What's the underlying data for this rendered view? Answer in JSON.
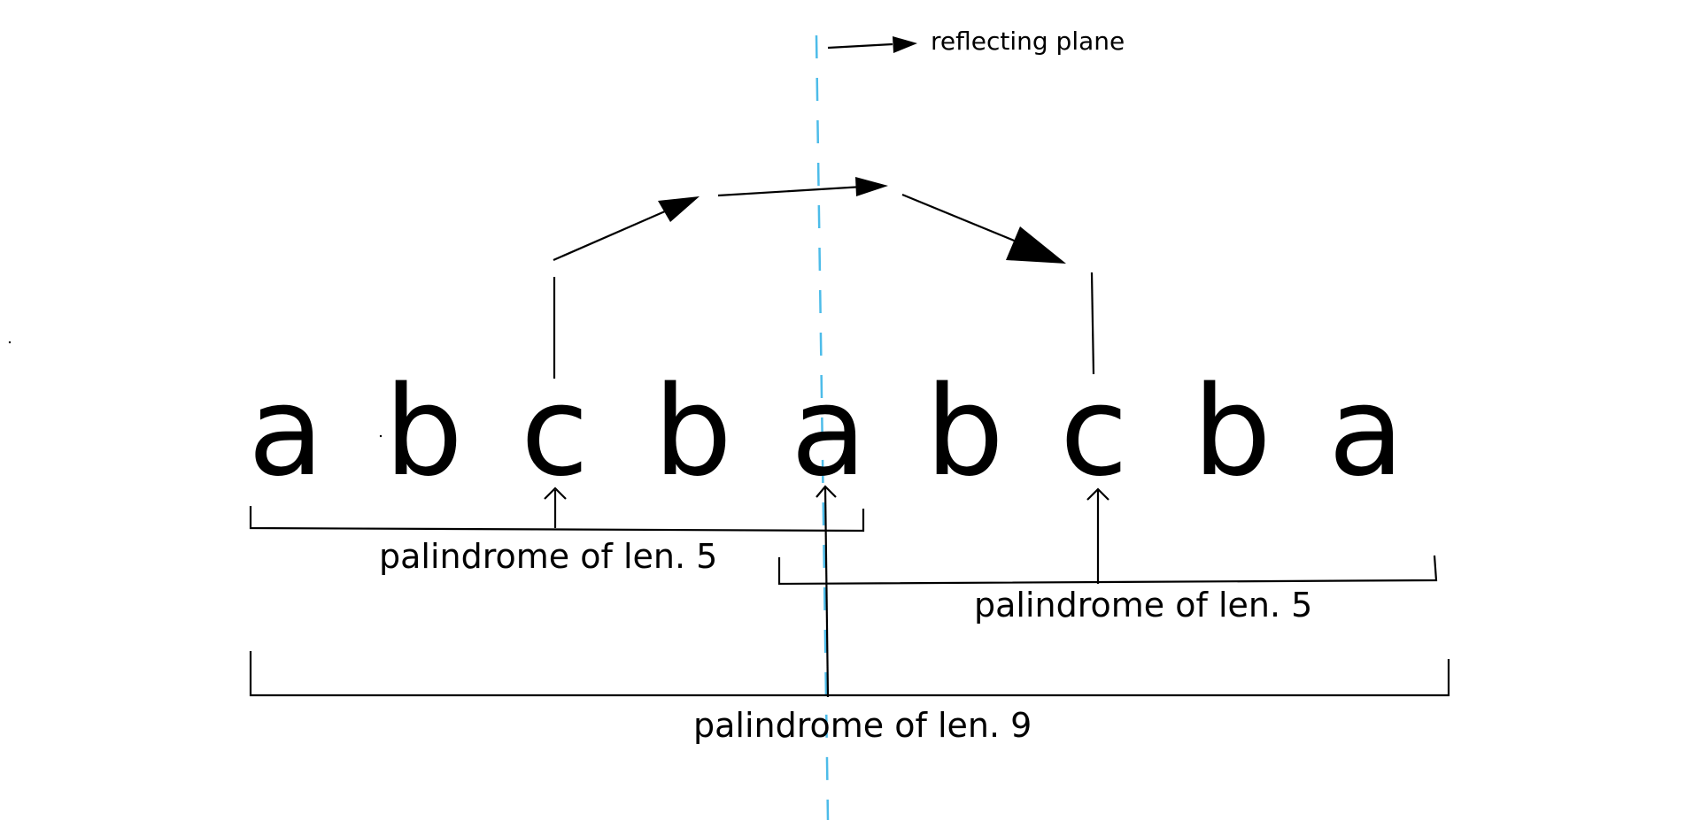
{
  "diagram": {
    "letters": [
      "a",
      "b",
      "c",
      "b",
      "a",
      "b",
      "c",
      "b",
      "a"
    ],
    "plane_label": "reflecting plane",
    "captions": {
      "left": "palindrome of  len. 5",
      "right": "palindrome of  len. 5",
      "full": "palindrome of  len. 9"
    },
    "colors": {
      "ink": "#000000",
      "reflecting_plane": "#4dbce9"
    },
    "icons": [
      "arrow-right-icon",
      "arrow-up-icon"
    ]
  }
}
